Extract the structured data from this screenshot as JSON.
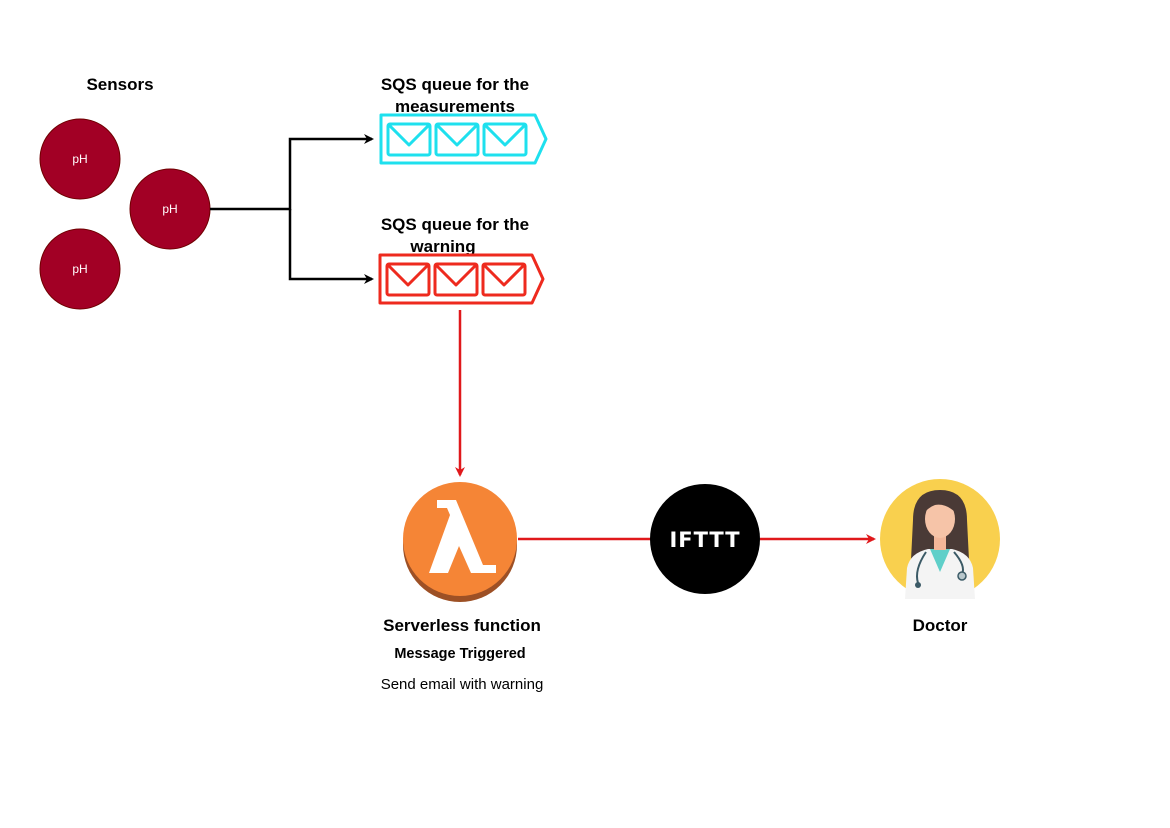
{
  "sensors": {
    "title": "Sensors",
    "items": [
      {
        "label": "pH"
      },
      {
        "label": "pH"
      },
      {
        "label": "pH"
      }
    ],
    "color": "#a20025"
  },
  "queues": {
    "measurements": {
      "title_line1": "SQS queue for the",
      "title_line2": "measurements",
      "color": "#1ee0ee",
      "icon": "sqs-queue-icon"
    },
    "warning": {
      "title_line1": "SQS queue for the",
      "title_line2": "warning",
      "color": "#ee2a1e",
      "icon": "sqs-queue-icon"
    }
  },
  "lambda": {
    "title": "Serverless function",
    "trigger": "Message Triggered",
    "action": "Send email with warning",
    "color": "#f58536",
    "icon": "lambda-icon"
  },
  "ifttt": {
    "label": "IFTTT",
    "icon": "ifttt-logo"
  },
  "doctor": {
    "title": "Doctor",
    "icon": "doctor-avatar-icon",
    "color": "#f9d04e"
  },
  "connectors": {
    "sensor_color": "#000000",
    "warning_color": "#e0181b"
  }
}
